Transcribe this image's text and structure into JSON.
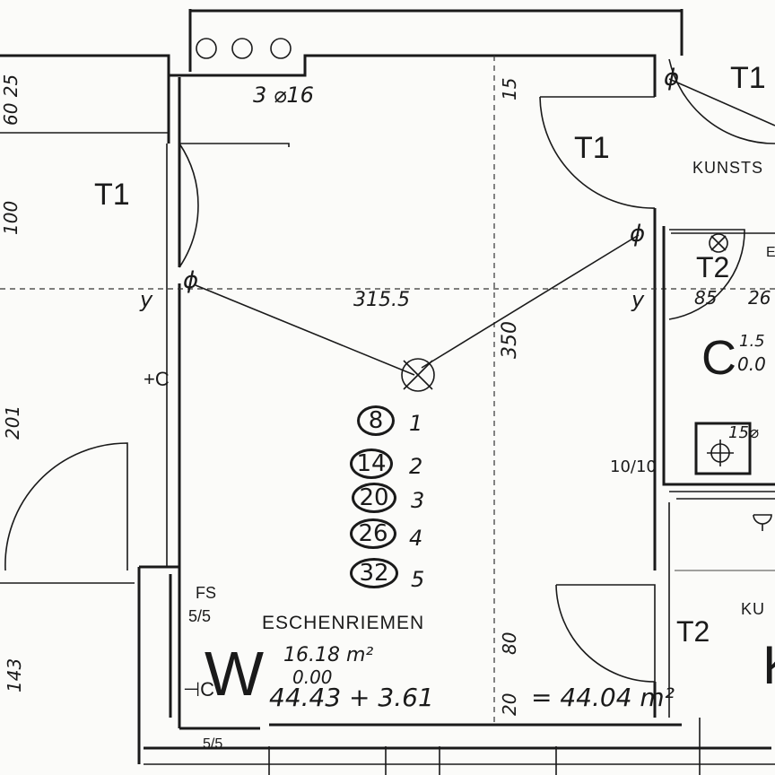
{
  "room": {
    "code": "W",
    "flooring": "ESCHENRIEMEN",
    "area": "16.18 m²",
    "zero": "0.00",
    "perimeter_sum": "44.43 + 3.61",
    "perimeter_total": "= 44.04 m²",
    "width_dim": "315.5",
    "depth_dim": "350",
    "circuit_note": "3 ⌀16"
  },
  "doors": {
    "t1_left": "T1",
    "t1_right": "T1",
    "t1_top": "T1",
    "t2_upper": "T2",
    "t2_lower": "T2"
  },
  "dims": {
    "d6025": "60 25",
    "d100": "100",
    "d201": "201",
    "d143": "143",
    "d15": "15",
    "d80": "80",
    "d20": "20",
    "d85": "85",
    "d26": "26",
    "d1010": "10/10",
    "fs": "FS",
    "fs_val": "5/5",
    "bottom_val": "5/5",
    "d15_small": "15⌀"
  },
  "adjacent": {
    "kunst_top": "KUNSTS",
    "kunst_bottom": "KU",
    "room_c": "C",
    "room_c_area": "1.5",
    "room_c_zero": "0.0",
    "room_k": "K",
    "e_label": "E"
  },
  "legend": [
    {
      "circled": "8",
      "index": "1"
    },
    {
      "circled": "14",
      "index": "2"
    },
    {
      "circled": "20",
      "index": "3"
    },
    {
      "circled": "26",
      "index": "4"
    },
    {
      "circled": "32",
      "index": "5"
    }
  ],
  "symbols": {
    "switch_left": "ɸ",
    "switch_right": "ɸ",
    "switch_top": "ɸ",
    "mark_y_left": "y",
    "mark_y_right": "y",
    "socket_left": "+C",
    "socket_bottom": "⊣C"
  }
}
